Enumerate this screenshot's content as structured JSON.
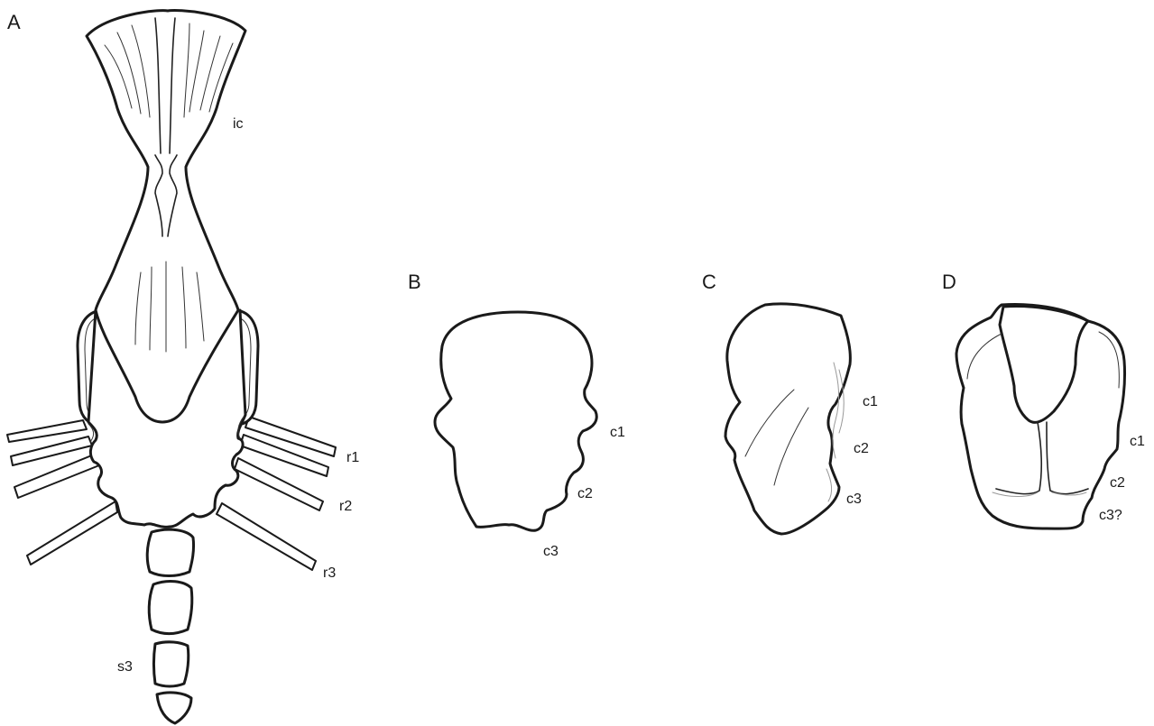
{
  "panels": {
    "A": {
      "letter": "A",
      "labels": {
        "ic": "ic",
        "r1": "r1",
        "r2": "r2",
        "r3": "r3",
        "s3": "s3"
      }
    },
    "B": {
      "letter": "B",
      "labels": {
        "c1": "c1",
        "c2": "c2",
        "c3": "c3"
      }
    },
    "C": {
      "letter": "C",
      "labels": {
        "c1": "c1",
        "c2": "c2",
        "c3": "c3"
      }
    },
    "D": {
      "letter": "D",
      "labels": {
        "c1": "c1",
        "c2": "c2",
        "c3": "c3?"
      }
    }
  },
  "colors": {
    "ink": "#1a1a1a",
    "background": "#ffffff"
  }
}
